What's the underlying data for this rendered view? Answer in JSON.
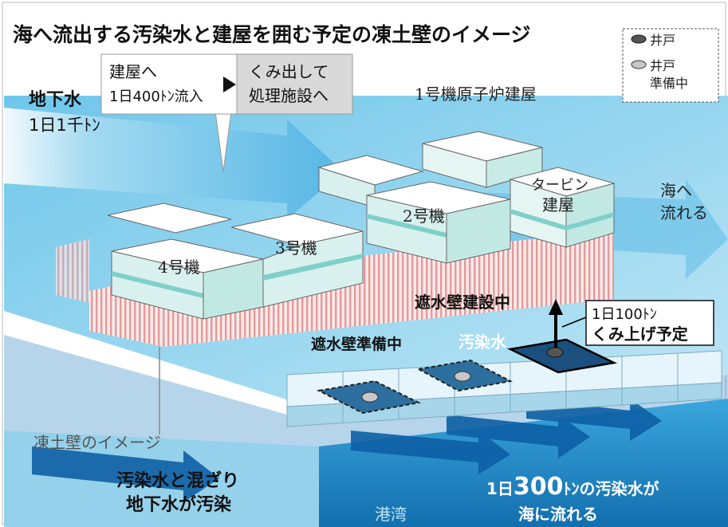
{
  "title": "海へ流出する汚染水と建屋を囲む予定の凍土壁のイメージ",
  "legend": {
    "well": "井戸",
    "well_prep_1": "井戸",
    "well_prep_2": "準備中",
    "well_color": "#555555",
    "well_prep_color": "#c8c8c8"
  },
  "callout": {
    "inflow_1": "建屋へ",
    "inflow_2": "1日400ﾄﾝ流入",
    "pump_1": "くみ出して",
    "pump_2": "処理施設へ"
  },
  "groundwater": {
    "line1": "地下水",
    "line2": "1日1千ﾄﾝ"
  },
  "buildings": {
    "unit1": "1号機原子炉建屋",
    "unit2": "2号機",
    "unit3": "3号機",
    "unit4": "4号機",
    "turbine_1": "タービン",
    "turbine_2": "建屋"
  },
  "sea_flow": {
    "line1": "海へ",
    "line2": "流れる"
  },
  "wall_construction": "遮水壁建設中",
  "wall_preparation": "遮水壁準備中",
  "contaminated_water": "汚染水",
  "pumping_plan": {
    "line1": "1日100ﾄﾝ",
    "line2": "くみ上げ予定"
  },
  "frozen_wall": "凍土壁のイメージ",
  "mixing": {
    "line1": "汚染水と混ざり",
    "line2": "地下水が汚染"
  },
  "harbor": "港湾",
  "outflow": {
    "line1_prefix": "1日",
    "line1_number": "300",
    "line1_suffix": "ﾄﾝの汚染水が",
    "line2": "海に流れる"
  },
  "colors": {
    "groundwater": "#6fc3e8",
    "sea": "#1e8fd0",
    "sea_text": "#ffffff",
    "frozen_wall": "#e8a0a0",
    "building_top": "#ffffff",
    "building_side": "#d9f1ee",
    "accent_band": "#7fd0c8"
  }
}
